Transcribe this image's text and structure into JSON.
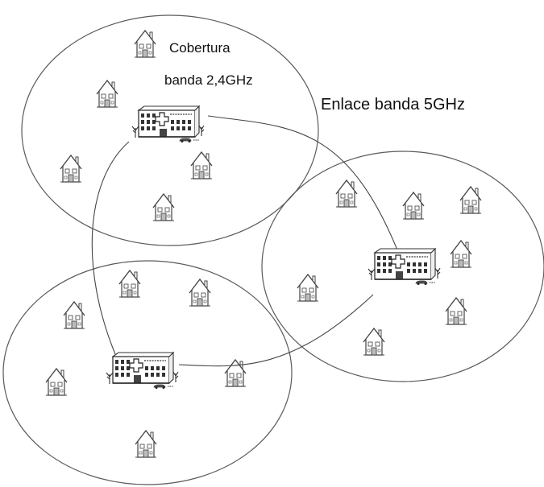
{
  "labels": {
    "coverage_line1": "Cobertura",
    "coverage_line2": "banda 2,4GHz",
    "link": "Enlace banda 5GHz"
  },
  "colors": {
    "stroke": "#444444",
    "circle": "#5a5a5a",
    "text": "#111111"
  },
  "icons": {
    "house": "house-icon",
    "hospital": "hospital-icon"
  }
}
